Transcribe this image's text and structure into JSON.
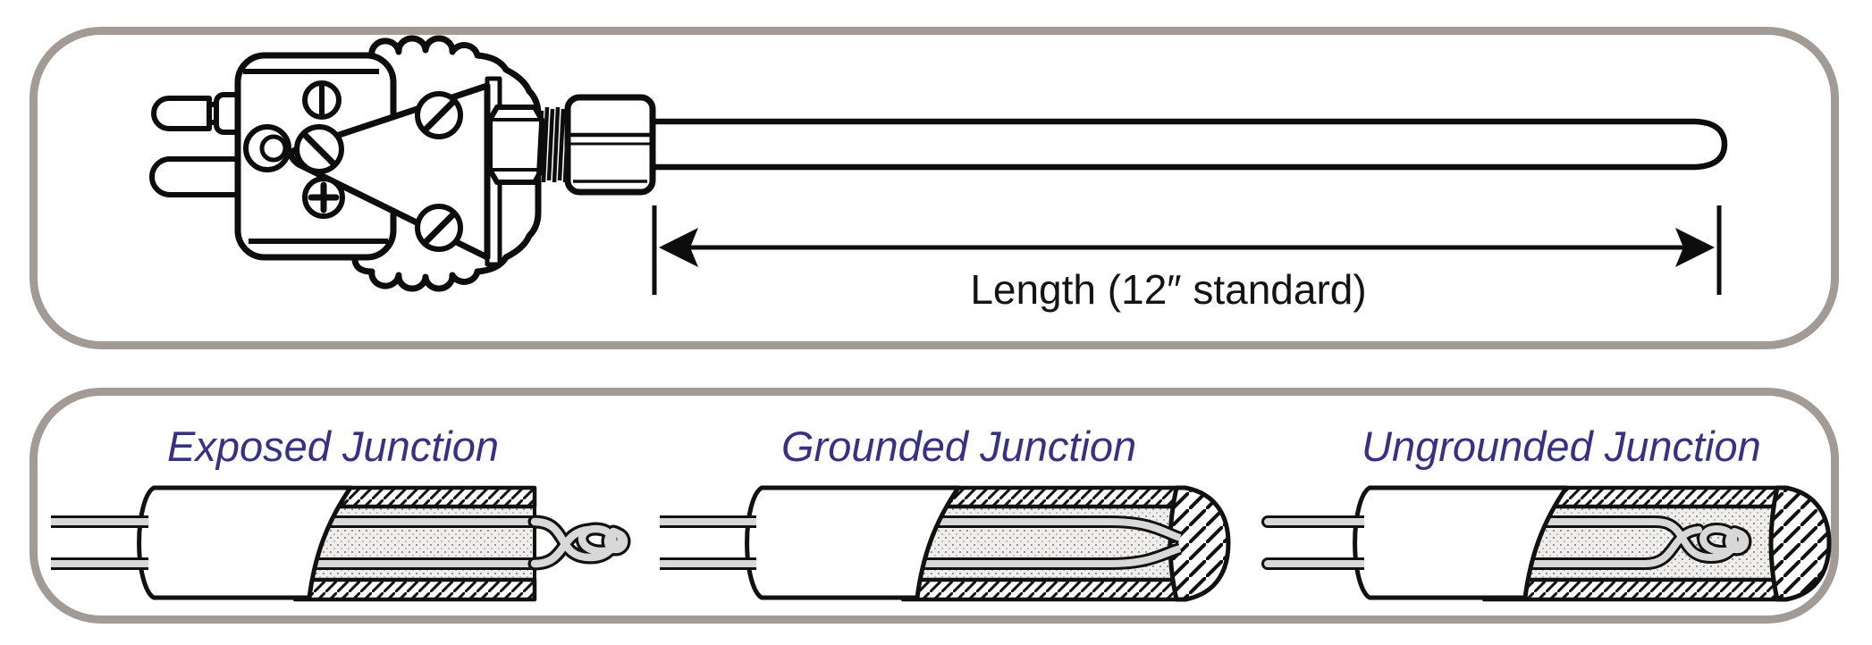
{
  "colors": {
    "panel_border": "#a29b95",
    "label_accent": "#37308a",
    "line_black": "#0d0d0d",
    "wire_gray": "#d8d8d8"
  },
  "top_panel": {
    "length_label": "Length (12″ standard)"
  },
  "bottom_panel": {
    "junction_labels": [
      "Exposed Junction",
      "Grounded Junction",
      "Ungrounded Junction"
    ]
  }
}
